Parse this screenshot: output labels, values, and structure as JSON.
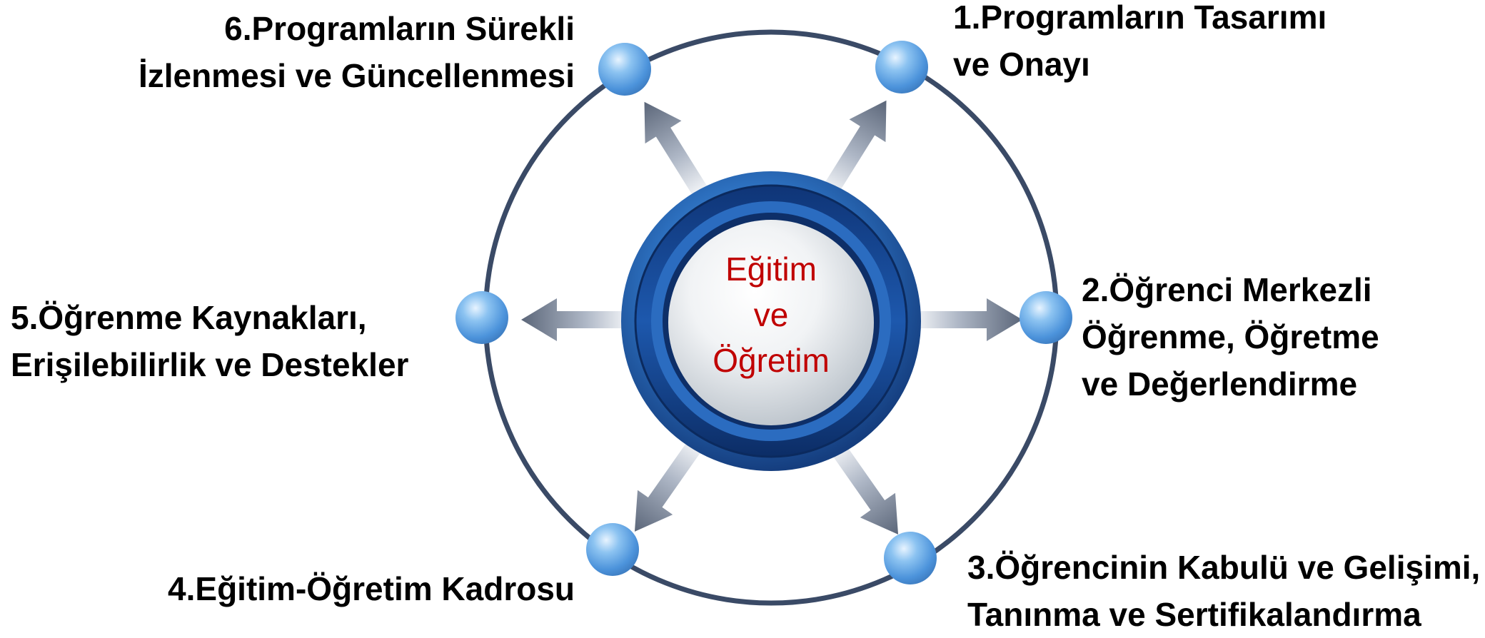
{
  "center": {
    "lines": [
      "Eğitim",
      "ve",
      "Öğretim"
    ],
    "text_color": "#c00000"
  },
  "nodes": [
    {
      "id": "1",
      "lines": [
        "1.Programların Tasarımı",
        "ve Onayı"
      ]
    },
    {
      "id": "2",
      "lines": [
        "2.Öğrenci Merkezli",
        "Öğrenme, Öğretme",
        "ve Değerlendirme"
      ]
    },
    {
      "id": "3",
      "lines": [
        "3.Öğrencinin Kabulü ve Gelişimi,",
        "Tanınma ve Sertifikalandırma"
      ]
    },
    {
      "id": "4",
      "lines": [
        "4.Eğitim-Öğretim Kadrosu"
      ]
    },
    {
      "id": "5",
      "lines": [
        "5.Öğrenme Kaynakları,",
        "Erişilebilirlik ve Destekler"
      ]
    },
    {
      "id": "6",
      "lines": [
        "6.Programların Sürekli",
        "İzlenmesi ve Güncellenmesi"
      ]
    }
  ],
  "colors": {
    "ring": "#3a4a66",
    "node_sphere": "#5fa6e6",
    "hub_blue": "#1f5fae",
    "arrow": "#6e7a8e"
  }
}
